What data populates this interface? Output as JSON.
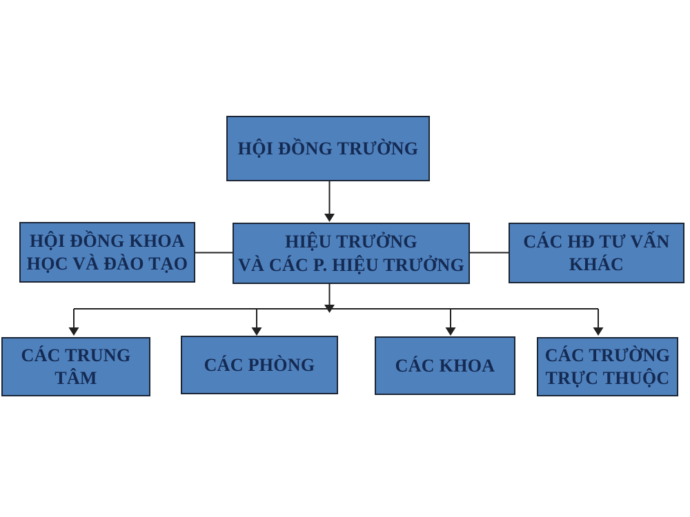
{
  "colors": {
    "box_fill": "#4f81bd",
    "box_border": "#1b2534",
    "text_color": "#142a52",
    "line_color": "#212121",
    "bg": "#ffffff"
  },
  "diagram": {
    "type": "org-chart",
    "nodes": {
      "board": {
        "label": "HỘI ĐỒNG TRƯỜNG"
      },
      "council": {
        "label": "HỘI ĐỒNG KHOA\nHỌC VÀ ĐÀO TẠO"
      },
      "rector": {
        "label": "HIỆU TRƯỞNG\nVÀ CÁC P. HIỆU TRƯỞNG"
      },
      "advisory": {
        "label": "CÁC HĐ TƯ VẤN\nKHÁC"
      },
      "centers": {
        "label": "CÁC TRUNG\nTÂM"
      },
      "phong": {
        "label": "CÁC PHÒNG"
      },
      "khoa": {
        "label": "CÁC KHOA"
      },
      "truong": {
        "label": "CÁC TRƯỜNG\nTRỰC THUỘC"
      }
    },
    "edges": [
      "board -> rector (arrow)",
      "council - rector (line)",
      "advisory - rector (line)",
      "rector -> centers (arrow)",
      "rector -> phong (arrow)",
      "rector -> khoa (arrow)",
      "rector -> truong (arrow)"
    ]
  }
}
